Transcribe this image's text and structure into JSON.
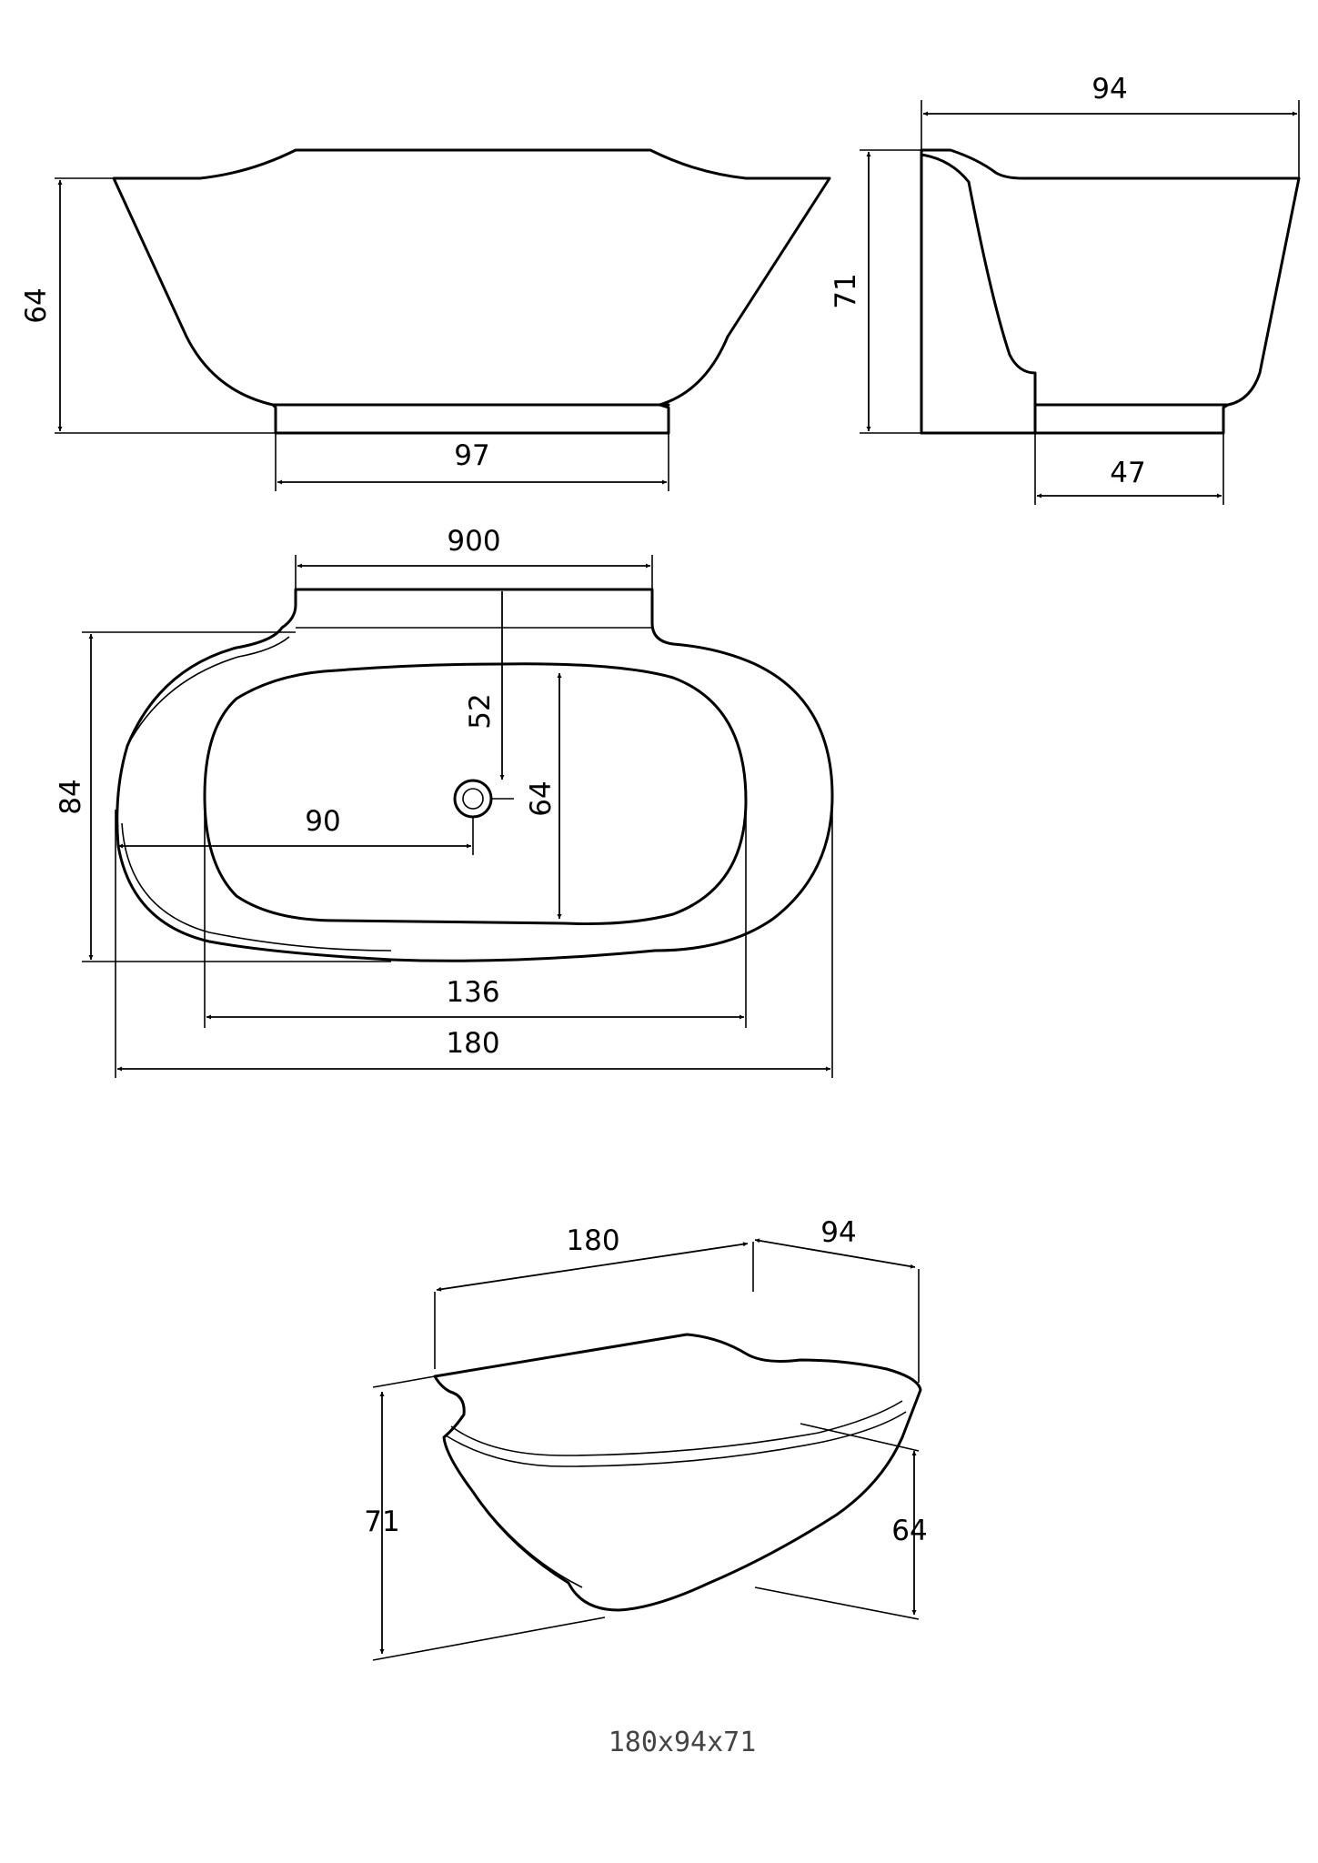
{
  "front_view": {
    "height": "64",
    "base_width": "97"
  },
  "side_view": {
    "depth": "94",
    "height": "71",
    "base_depth": "47"
  },
  "top_view": {
    "ledge_width": "900",
    "drain_offset_y": "52",
    "inner_width": "64",
    "depth": "84",
    "drain_offset_x": "90",
    "inner_length": "136",
    "length": "180"
  },
  "iso_view": {
    "length": "180",
    "depth": "94",
    "height": "71",
    "rim_height": "64"
  },
  "caption": "180x94x71"
}
